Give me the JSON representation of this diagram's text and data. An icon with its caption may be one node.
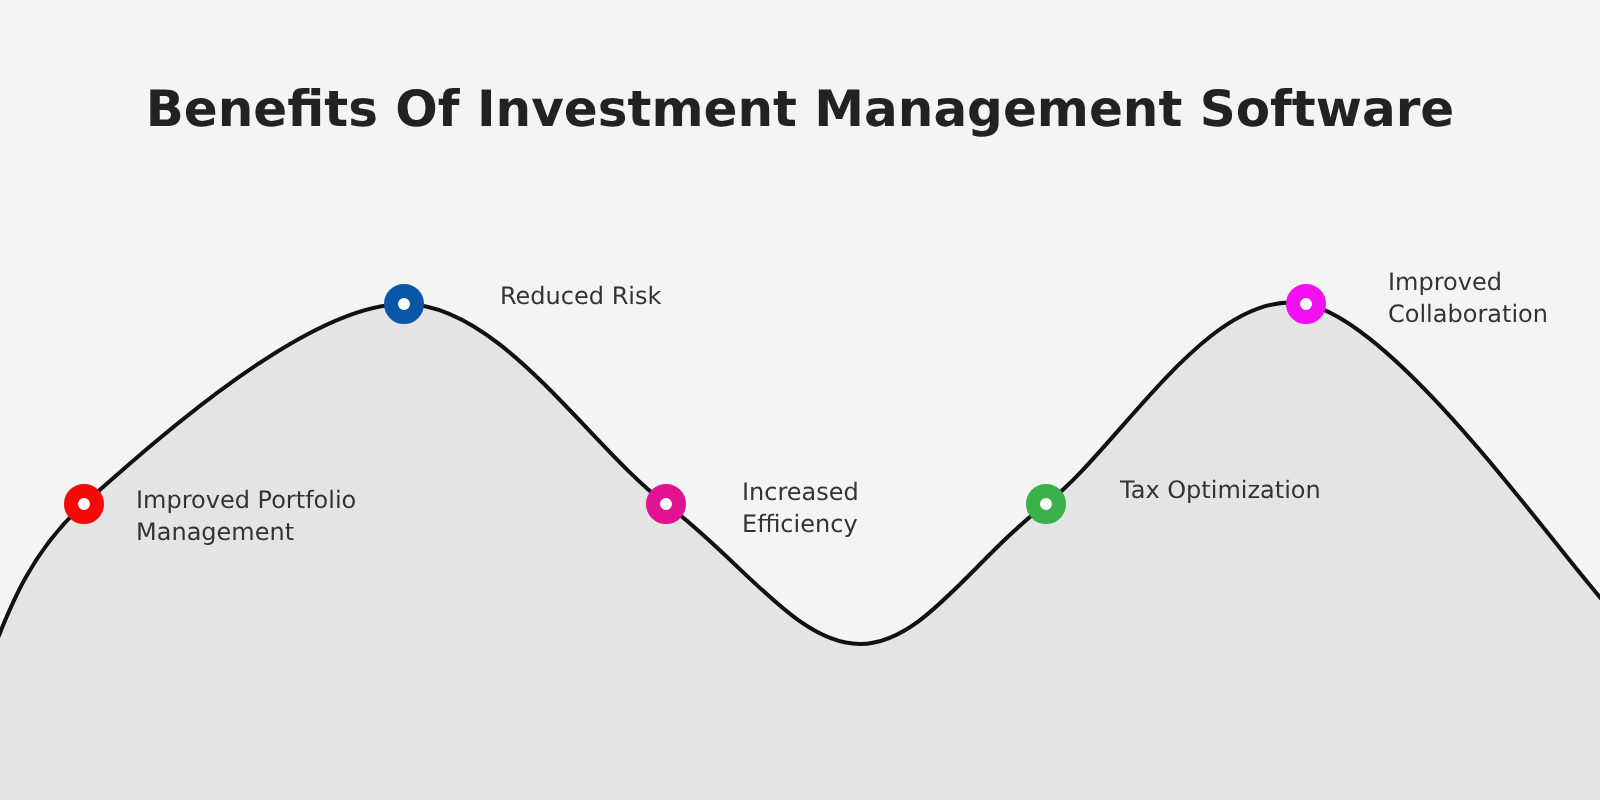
{
  "diagram": {
    "title": "Benefits Of Investment Management Software",
    "nodes": [
      {
        "text": [],
        "shape": "circle",
        "beside": [
          "Improved Portfolio Management"
        ]
      },
      {
        "text": [],
        "shape": "circle",
        "beside": [
          "Reduced Risk"
        ]
      },
      {
        "text": [],
        "shape": "circle",
        "beside": [
          "Increased Efficiency"
        ]
      },
      {
        "text": [],
        "shape": "circle",
        "beside": [
          "Tax Optimization"
        ]
      },
      {
        "text": [],
        "shape": "circle",
        "beside": [
          "Improved Collaboration"
        ]
      }
    ],
    "edges": []
  }
}
